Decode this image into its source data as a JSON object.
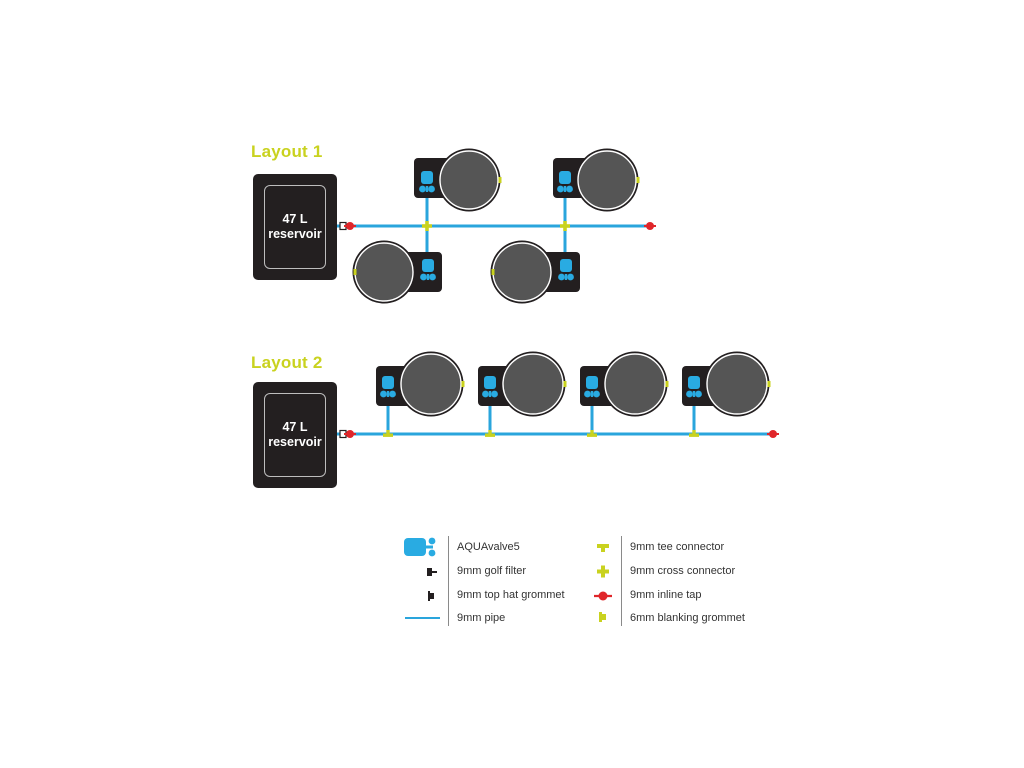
{
  "colors": {
    "pipe": "#2aa5dc",
    "valve": "#29abe2",
    "body": "#231f20",
    "pot": "#555555",
    "accent": "#c9d21f",
    "tap": "#e0262a"
  },
  "layout1": {
    "title": "Layout 1",
    "reservoir": {
      "line1": "47 L",
      "line2": "reservoir"
    }
  },
  "layout2": {
    "title": "Layout 2",
    "reservoir": {
      "line1": "47 L",
      "line2": "reservoir"
    }
  },
  "legend": {
    "items": [
      {
        "label": "AQUAvalve5",
        "icon": "aquavalve-icon"
      },
      {
        "label": "9mm golf filter",
        "icon": "golf-filter-icon"
      },
      {
        "label": "9mm top hat grommet",
        "icon": "top-hat-grommet-icon"
      },
      {
        "label": "9mm pipe",
        "icon": "pipe-icon"
      },
      {
        "label": "9mm tee connector",
        "icon": "tee-connector-icon"
      },
      {
        "label": "9mm cross connector",
        "icon": "cross-connector-icon"
      },
      {
        "label": "9mm inline tap",
        "icon": "inline-tap-icon"
      },
      {
        "label": "6mm blanking grommet",
        "icon": "blanking-grommet-icon"
      }
    ]
  }
}
